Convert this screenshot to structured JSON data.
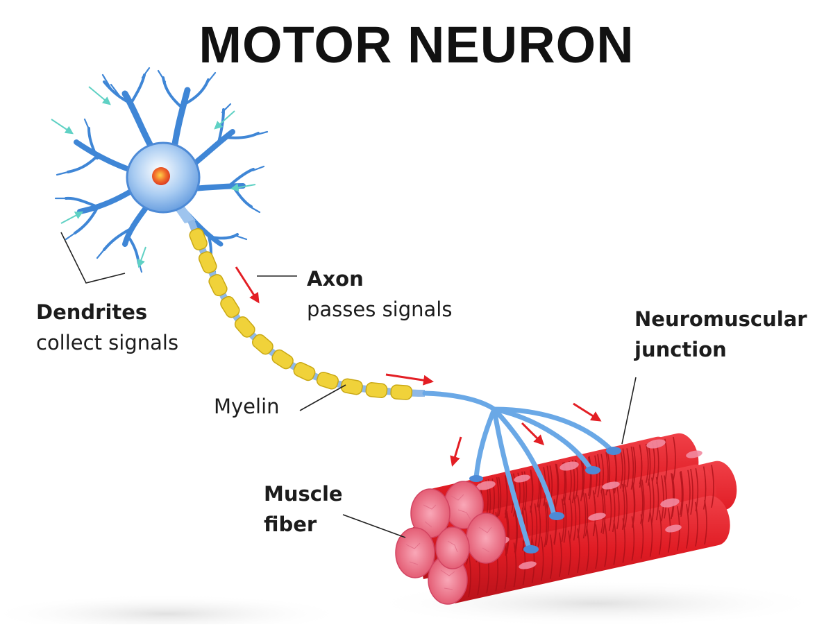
{
  "title": "MOTOR NEURON",
  "labels": {
    "dendrites_title": "Dendrites",
    "dendrites_desc": "collect signals",
    "axon_title": "Axon",
    "axon_desc": "passes signals",
    "myelin": "Myelin",
    "nmj_line1": "Neuromuscular",
    "nmj_line2": "junction",
    "muscle_line1": "Muscle",
    "muscle_line2": "fiber"
  },
  "colors": {
    "neuron_body": "#7fb2e8",
    "neuron_branch": "#3f7fd0",
    "nucleus": "#e84a2a",
    "myelin": "#f0d23a",
    "muscle": "#e32028",
    "muscle_end": "#f07a94",
    "signal_arrow": "#e31e24",
    "input_arrow": "#5fd1c4"
  }
}
